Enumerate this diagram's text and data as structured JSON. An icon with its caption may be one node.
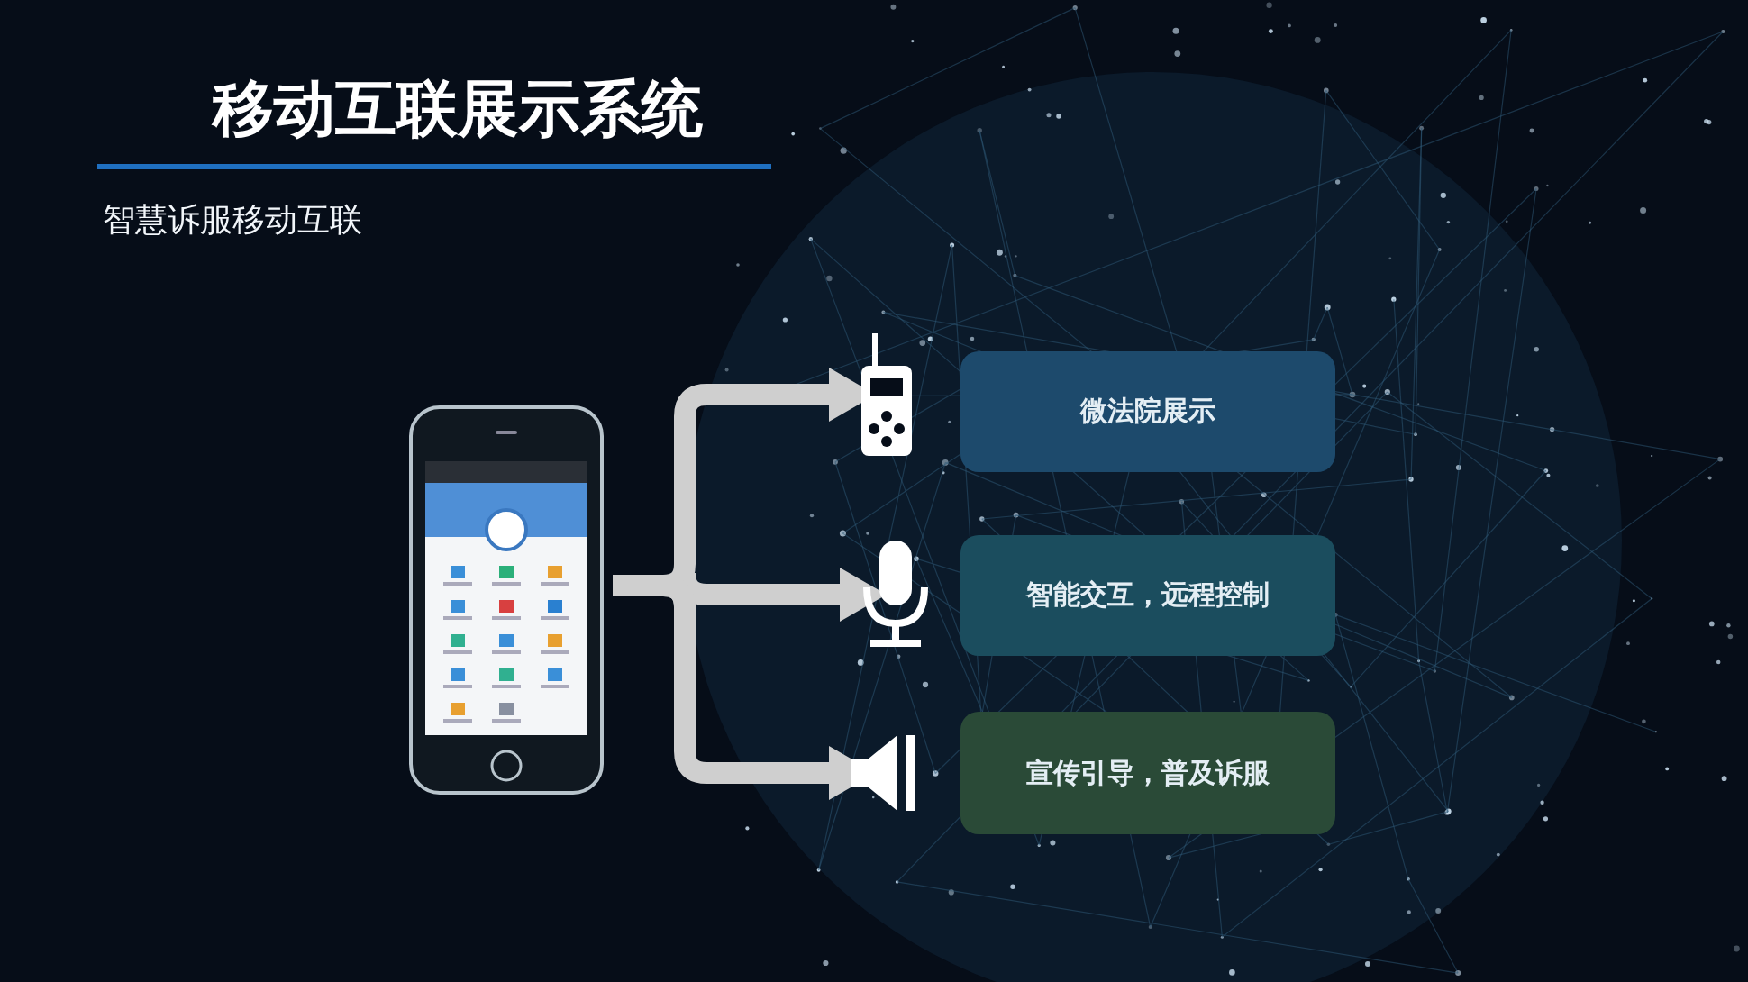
{
  "diagram": {
    "title": "移动互联展示系统",
    "nodes": [
      {
        "text": [],
        "shape": "picture"
      },
      {
        "text": [],
        "shape": "picture"
      },
      {
        "text": [],
        "shape": "picture"
      },
      {
        "text": [],
        "shape": "picture"
      },
      {
        "text": [
          "微法院展示"
        ]
      },
      {
        "text": [
          "智能交互，远程控制"
        ]
      },
      {
        "text": [
          "宣传引导，普及诉服"
        ]
      }
    ],
    "edges": [
      {
        "from": 0,
        "to": 1,
        "arrow": "to"
      },
      {
        "from": 0,
        "to": 2,
        "arrow": "to"
      },
      {
        "from": 0,
        "to": 3,
        "arrow": "to"
      }
    ],
    "labels": [
      "智慧诉服移动互联"
    ]
  }
}
